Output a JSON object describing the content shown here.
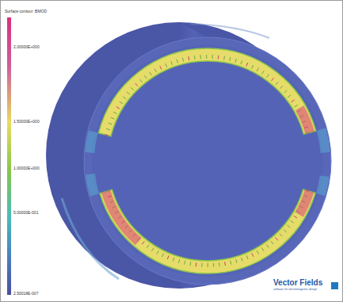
{
  "diagram": {
    "labels": [
      "Surface contour: BMOD",
      "2.00000E+000",
      "1.50000E+000",
      "1.00000E+000",
      "5.00000E-001",
      "2.50018E-007",
      "Vector Fields",
      "software for electromagnetic design"
    ]
  }
}
